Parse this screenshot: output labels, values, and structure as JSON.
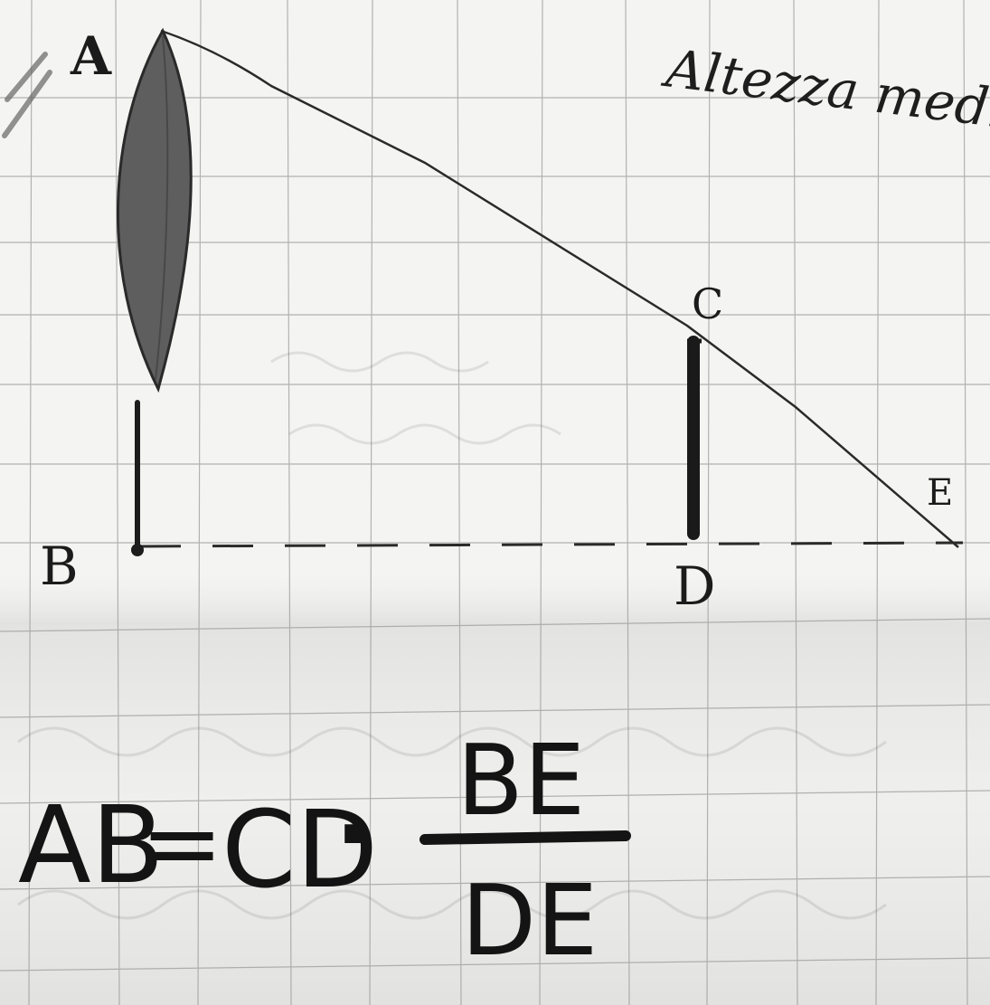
{
  "heading": "Altezza mediante",
  "points": {
    "A": "A",
    "B": "B",
    "C": "C",
    "D": "D",
    "E": "E"
  },
  "formula": {
    "lhs": "AB",
    "equals": "=",
    "factor": "CD",
    "dot": "·",
    "numerator": "BE",
    "denominator": "DE"
  },
  "colors": {
    "paper": "#f4f4f2",
    "grid": "#9a9a9a",
    "ink": "#1b1b1b",
    "pencil": "#555555"
  }
}
